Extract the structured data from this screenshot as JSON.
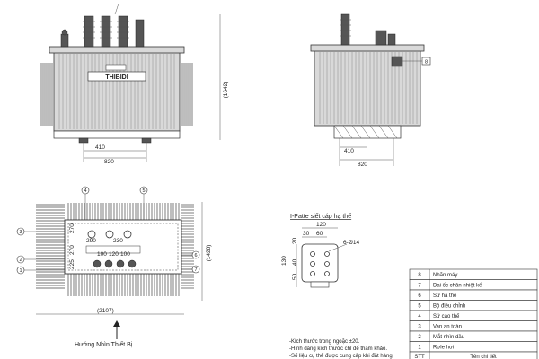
{
  "views": {
    "front": {
      "brand": "THIBIDI",
      "dims": {
        "width_total": "820",
        "wheel_gauge": "410",
        "height": "(1642)"
      }
    },
    "side": {
      "dims": {
        "width_total": "820",
        "wheel_gauge": "410"
      },
      "callout": "8"
    },
    "top": {
      "dims": {
        "length": "(2107)",
        "width": "(1428)",
        "d270a": "270",
        "d270b": "270",
        "d290": "290",
        "d230": "230",
        "d225": "225",
        "d100a": "100",
        "d100b": "100",
        "d120": "120"
      },
      "callouts": [
        "1",
        "2",
        "3",
        "4",
        "5",
        "6",
        "7"
      ]
    }
  },
  "ipatte": {
    "title": "I-Patte siết cáp hạ thế",
    "dims": {
      "d120": "120",
      "d30": "30",
      "d60": "60",
      "d20": "20",
      "d40": "40",
      "d130": "130",
      "d50": "50",
      "holes": "6-Ø14"
    }
  },
  "parts_table": {
    "header": {
      "stt": "STT",
      "name": "Tên chi tiết"
    },
    "rows": [
      {
        "stt": "8",
        "name": "Nhãn máy"
      },
      {
        "stt": "7",
        "name": "Đai ốc chân nhiệt kế"
      },
      {
        "stt": "6",
        "name": "Sứ hạ thế"
      },
      {
        "stt": "5",
        "name": "Bộ điều chỉnh"
      },
      {
        "stt": "4",
        "name": "Sứ cao thế"
      },
      {
        "stt": "3",
        "name": "Van an toàn"
      },
      {
        "stt": "2",
        "name": "Mắt nhìn dầu"
      },
      {
        "stt": "1",
        "name": "Rơle hơi"
      }
    ]
  },
  "direction_label": "Hướng Nhìn Thiết Bị",
  "notes": [
    "-Kích thước trong ngoặc ±20.",
    "-Hình dáng kích thước chỉ để tham khảo.",
    "-Số liệu cụ thể được cung cấp khi đặt hàng."
  ]
}
